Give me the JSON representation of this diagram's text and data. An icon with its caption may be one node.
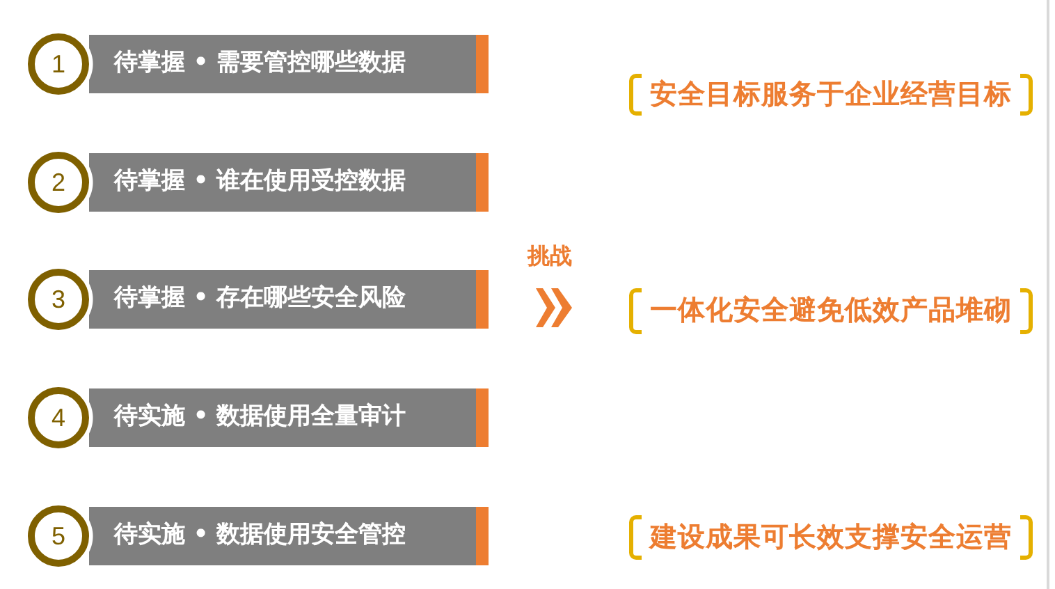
{
  "diagram": {
    "nodes": [
      {
        "text": [
          "1"
        ]
      },
      {
        "text": [
          "待掌握 • 需要管控哪些数据"
        ]
      },
      {
        "text": [
          "2"
        ]
      },
      {
        "text": [
          "待掌握 • 谁在使用受控数据"
        ]
      },
      {
        "text": [
          "3"
        ]
      },
      {
        "text": [
          "待掌握 • 存在哪些安全风险"
        ]
      },
      {
        "text": [
          "4"
        ]
      },
      {
        "text": [
          "待实施 • 数据使用全量审计"
        ]
      },
      {
        "text": [
          "5"
        ]
      },
      {
        "text": [
          "待实施 • 数据使用安全管控"
        ]
      },
      {
        "text": [
          "安全目标服务于企业经营目标"
        ]
      },
      {
        "text": [
          "一体化安全避免低效产品堆砌"
        ]
      },
      {
        "text": [
          "建设成果可长效支撑安全运营"
        ]
      }
    ],
    "labels": [
      "挑战"
    ]
  }
}
